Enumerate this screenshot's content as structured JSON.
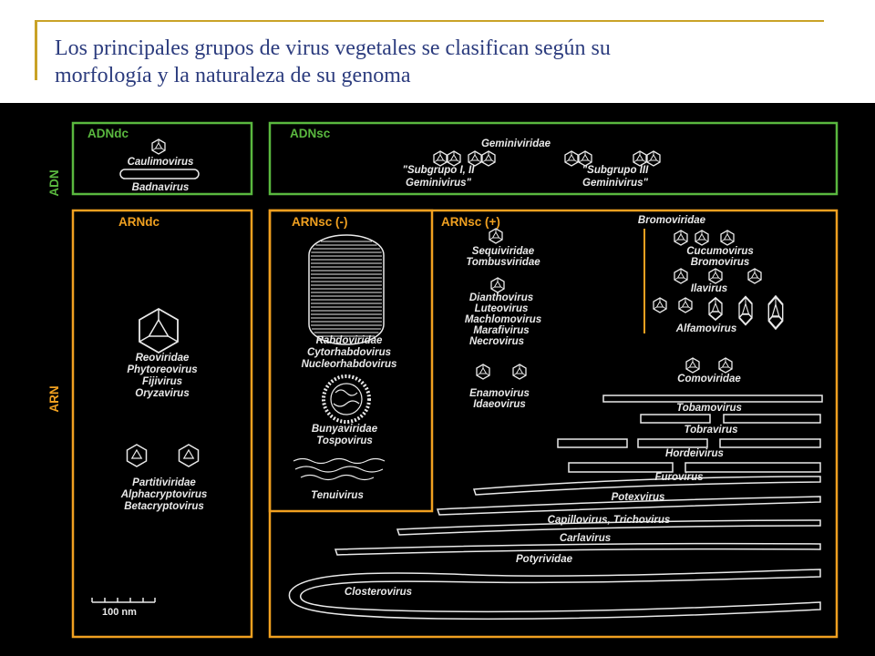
{
  "slide": {
    "title_line1": "Los principales grupos de virus vegetales se clasifican según su",
    "title_line2": "morfología y la naturaleza de su genoma"
  },
  "colors": {
    "accent_gold": "#c9a227",
    "title_blue": "#2c3c7e",
    "adn_green": "#5ab83f",
    "arn_orange": "#f0a020"
  },
  "diagram": {
    "adn_label": "ADN",
    "arn_label": "ARN",
    "adndc": {
      "header": "ADNdc",
      "caulimovirus": "Caulimovirus",
      "badnavirus": "Badnavirus"
    },
    "adnsc": {
      "header": "ADNsc",
      "family": "Geminiviridae",
      "sub1_line1": "\"Subgrupo I, II",
      "sub1_line2": "Geminivirus\"",
      "sub3_line1": "\"Subgrupo III",
      "sub3_line2": "Geminivirus\""
    },
    "arndc": {
      "header": "ARNdc",
      "reoviridae": "Reoviridae",
      "phytoreovirus": "Phytoreovirus",
      "fijivirus": "Fijivirus",
      "oryzavirus": "Oryzavirus",
      "partitiviridae": "Partitiviridae",
      "alphacryptovirus": "Alphacryptovirus",
      "betacryptovirus": "Betacryptovirus",
      "scale": "100 nm"
    },
    "arnsc_neg": {
      "header": "ARNsc (-)",
      "rhabdoviridae": "Rabdoviridae",
      "cytorhabdovirus": "Cytorhabdovirus",
      "nucleorhabdovirus": "Nucleorhabdovirus",
      "bunyaviridae": "Bunyaviridae",
      "tospovirus": "Tospovirus",
      "tenuivirus": "Tenuivirus"
    },
    "arnsc_pos": {
      "header": "ARNsc (+)",
      "sequiviridae": "Sequiviridae",
      "tombusviridae": "Tombusviridae",
      "dianthovirus": "Dianthovirus",
      "luteovirus": "Luteovirus",
      "machlomovirus": "Machlomovirus",
      "marafivirus": "Marafivirus",
      "necrovirus": "Necrovirus",
      "enamovirus": "Enamovirus",
      "idaeovirus": "Idaeovirus",
      "bromoviridae": "Bromoviridae",
      "cucumovirus": "Cucumovirus",
      "bromovirus": "Bromovirus",
      "ilavirus": "Ilavirus",
      "alfamovirus": "Alfamovirus",
      "comoviridae": "Comoviridae",
      "tobamovirus": "Tobamovirus",
      "tobravirus": "Tobravirus",
      "hordeivirus": "Hordeivirus",
      "furovirus": "Furovirus",
      "potexvirus": "Potexvirus",
      "capillovirus": "Capillovirus, Trichovirus",
      "carlavirus": "Carlavirus",
      "potyviridae": "Potyrividae",
      "closterovirus": "Closterovirus"
    }
  }
}
